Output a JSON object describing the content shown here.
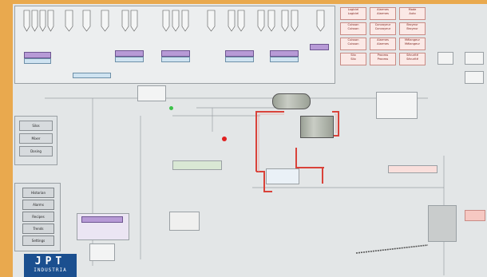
{
  "nav_buttons": [
    {
      "label": "Silos"
    },
    {
      "label": "Mixer"
    },
    {
      "label": "Dosing"
    }
  ],
  "side_menu": [
    {
      "label": "Historian"
    },
    {
      "label": "Alarms"
    },
    {
      "label": "Recipes"
    },
    {
      "label": "Trends"
    },
    {
      "label": "Settings"
    }
  ],
  "status_grid": [
    {
      "title": "Logiciel",
      "sub": "Logiciel"
    },
    {
      "title": "Alarmes",
      "sub": "Alarmes"
    },
    {
      "title": "Mode",
      "sub": "Auto"
    },
    {
      "title": "Cuisson",
      "sub": "Cuisson"
    },
    {
      "title": "Convoyeur",
      "sub": "Convoyeur"
    },
    {
      "title": "Broyeur",
      "sub": "Broyeur"
    },
    {
      "title": "Cuisson",
      "sub": "Cuisson"
    },
    {
      "title": "Alarmes",
      "sub": "Alarmes"
    },
    {
      "title": "Mélangeur",
      "sub": "Mélangeur"
    },
    {
      "title": "Silo",
      "sub": "Silo"
    },
    {
      "title": "Process",
      "sub": "Process"
    },
    {
      "title": "Sécurité",
      "sub": "Sécurité"
    }
  ],
  "logo": {
    "line1": "JPT",
    "line2": "INDUSTRIA"
  },
  "colors": {
    "background": "#e3e6e7",
    "pipe": "#d9423a",
    "accent": "#b79ad6",
    "frame": "#e9a94e"
  }
}
